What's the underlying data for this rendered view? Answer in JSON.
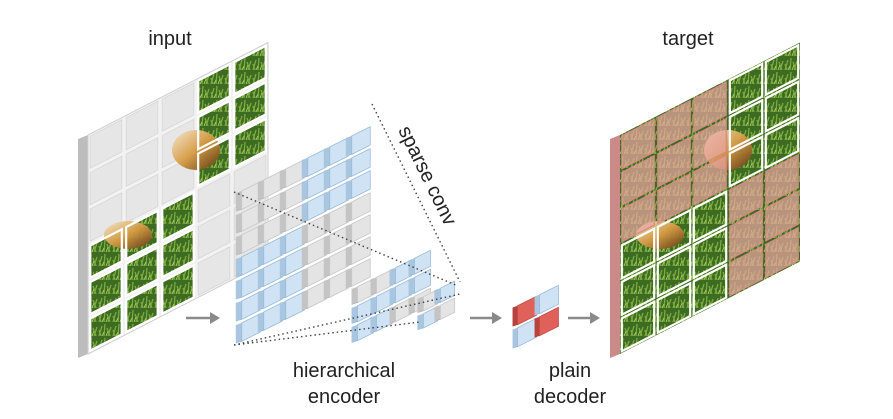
{
  "labels": {
    "input": "input",
    "target": "target",
    "sparse_conv": "sparse conv",
    "encoder_line1": "hierarchical",
    "encoder_line2": "encoder",
    "decoder_line1": "plain",
    "decoder_line2": "decoder"
  },
  "colors": {
    "masked_cell": "#e6e6e6",
    "masked_cell_side": "#bdbdbd",
    "grass": "#3d6b22",
    "grass_light": "#78a83c",
    "encoder_blue": "#cfe3f5",
    "encoder_gray": "#e4e4e4",
    "target_overlay": "#e9a3a1",
    "decoder_red": "#e0605a",
    "decoder_blue": "#cfe3f5",
    "arrow": "#8a8a8a"
  },
  "icons": [
    "right-arrow-icon"
  ]
}
